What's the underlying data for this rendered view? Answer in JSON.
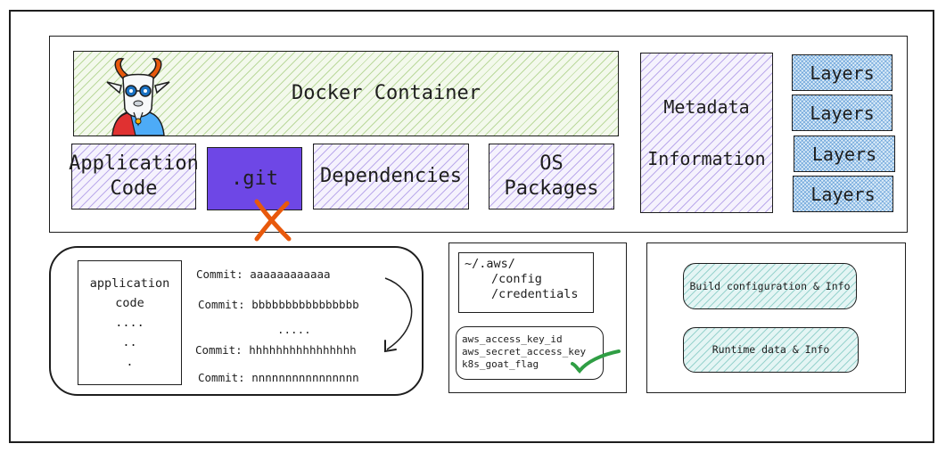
{
  "container": {
    "title": "Docker Container",
    "components": [
      {
        "label_lines": [
          "Application",
          "Code"
        ]
      },
      {
        "label": ".git"
      },
      {
        "label": "Dependencies"
      },
      {
        "label_lines": [
          "OS",
          "Packages"
        ]
      }
    ],
    "metadata": {
      "label_lines": [
        "Metadata",
        "Information"
      ]
    },
    "layers": [
      "Layers",
      "Layers",
      "Layers",
      "Layers"
    ],
    "git_color": "#6e47e6"
  },
  "git_history": {
    "file_box_lines": [
      "application",
      "code",
      "....",
      "..",
      "."
    ],
    "commits": [
      {
        "label": "Commit:",
        "hash": "aaaaaaaaaaaa"
      },
      {
        "label": "Commit:",
        "hash": "bbbbbbbbbbbbbbbb"
      },
      {
        "label": "Commit:",
        "hash": "hhhhhhhhhhhhhhhh"
      },
      {
        "label": "Commit:",
        "hash": "nnnnnnnnnnnnnnnn"
      }
    ],
    "ellipsis": "....."
  },
  "aws": {
    "path_lines": [
      "~/.aws/",
      "/config",
      "/credentials"
    ],
    "secret_lines": [
      "aws_access_key_id",
      "aws_secret_access_key",
      "k8s_goat_flag"
    ]
  },
  "info_panel": {
    "build": "Build configuration & Info",
    "runtime": "Runtime data & Info"
  },
  "icons": {
    "cross": "x-mark-icon",
    "check": "check-mark-icon",
    "mascot": "goat-mascot-icon",
    "cross_color": "#e8590c",
    "check_color": "#2f9e44"
  }
}
